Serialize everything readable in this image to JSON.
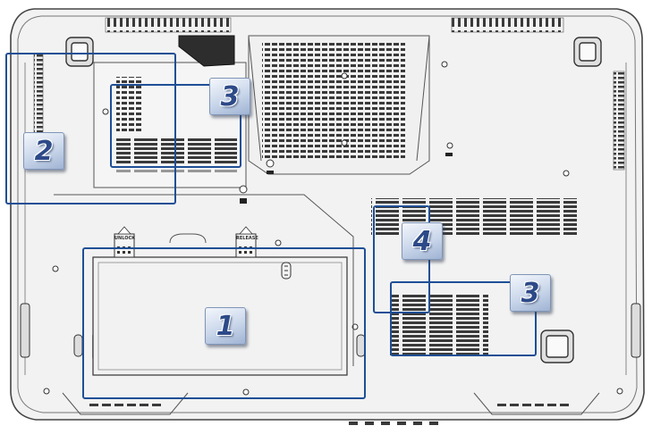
{
  "latch_labels": {
    "unlock": "UNLOCK",
    "release": "RELEASE"
  },
  "callouts": [
    {
      "id": "battery",
      "number": "1"
    },
    {
      "id": "stereo-speaker",
      "number": "2"
    },
    {
      "id": "ventilator-a",
      "number": "3"
    },
    {
      "id": "ventilator-b",
      "number": "3"
    },
    {
      "id": "subwoofer",
      "number": "4"
    }
  ],
  "colors": {
    "highlight_frame": "#1f4f95",
    "device_outline": "#555555",
    "device_fill": "#f2f2f2",
    "callout_text": "#2d4a88"
  }
}
